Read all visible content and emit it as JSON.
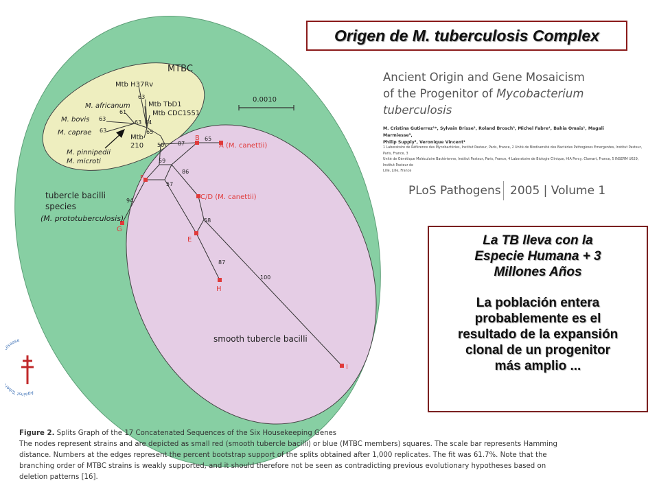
{
  "slide_title": "Origen de M. tuberculosis Complex",
  "paper": {
    "title_l1": "Ancient Origin and Gene Mosaicism",
    "title_l2_a": "of the Progenitor of ",
    "title_l2_b": "Mycobacterium",
    "title_l3": "tuberculosis",
    "authors_l1": "M. Cristina Gutierrez¹*, Sylvain Brisse², Roland Brosch³, Michel Fabre⁴, Bahia Omaïs¹, Magali Marmiesse⁵,",
    "authors_l2": "Philip Supply⁵, Veronique Vincent¹",
    "affil_l1": "1 Laboratoire de Référence des Mycobactéries, Institut Pasteur, Paris, France, 2 Unité de Biodiversité des Bactéries Pathogènes Emergentes, Institut Pasteur, Paris, France, 3",
    "affil_l2": "Unité de Génétique Moléculaire Bactérienne, Institut Pasteur, Paris, France, 4 Laboratoire de Biologie Clinique, HIA Percy, Clamart, France, 5 INSERM U629, Institut Pasteur de",
    "affil_l3": "Lille, Lille, France",
    "journal": "PLoS Pathogens",
    "year_volume": "2005 | Volume 1"
  },
  "info_box": {
    "line1": "La TB lleva con la",
    "line2": "Especie Humana + 3",
    "line3": "Millones Años",
    "line4": "La población entera",
    "line5": "probablemente  es el",
    "line6": "resultado de la expansión",
    "line7": "clonal de un progenitor",
    "line8": "más amplio ..."
  },
  "caption": {
    "title": "Figure 2.",
    "title_rest": " Splits Graph of the 17 Concatenated Sequences of the Six Housekeeping Genes",
    "l1": "The nodes represent strains and are depicted as small red (smooth tubercle bacilli) or blue (MTBC members) squares. The scale bar represents Hamming",
    "l2": "distance. Numbers at the edges represent the percent bootstrap support of the splits obtained after 1,000 replicates. The fit was 61.7%. Note that the",
    "l3": "branching order of MTBC strains is weakly supported, and it should therefore not be seen as contradicting previous evolutionary hypotheses based on",
    "l4": "deletion patterns [16]."
  },
  "diagram": {
    "colors": {
      "green": "#87cfa3",
      "yellow": "#eeeebf",
      "pink": "#e5cde5",
      "red": "#e03a3a"
    },
    "mtbc_label": "MTBC",
    "scale_value": "0.0010",
    "outer_l1": "tubercle bacilli",
    "outer_l2": "species",
    "outer_l3": "(M. prototuberculosis)",
    "smooth_label": "smooth tubercle bacilli",
    "mtbc_strains": {
      "h37rv": "Mtb H37Rv",
      "africanum": "M. africanum",
      "tbd1": "Mtb TbD1",
      "cdc1551": "Mtb CDC1551",
      "bovis": "M. bovis",
      "caprae": "M. caprae",
      "mtb210_a": "Mtb",
      "mtb210_b": "210",
      "pinnipedii": "M. pinnipedii",
      "microti": "M. microti"
    },
    "mtbc_support": {
      "s63a": "63",
      "s61": "61",
      "s63b": "63",
      "s64": "64",
      "s63c": "63",
      "s63d": "63",
      "s65": "65"
    },
    "nodes": {
      "A": "A (M. canettii)",
      "B": "B",
      "CD": "C/D (M. canettii)",
      "E": "E",
      "F": "F",
      "G": "G",
      "H": "H",
      "I": "I"
    },
    "support": {
      "s50": "50",
      "s87a": "87",
      "s65": "65",
      "s59": "59",
      "s86": "86",
      "s57": "57",
      "s94": "94",
      "s58": "58",
      "s87b": "87",
      "s100": "100"
    }
  },
  "logo_text": "Against Tuberculosis and Lung Disease"
}
